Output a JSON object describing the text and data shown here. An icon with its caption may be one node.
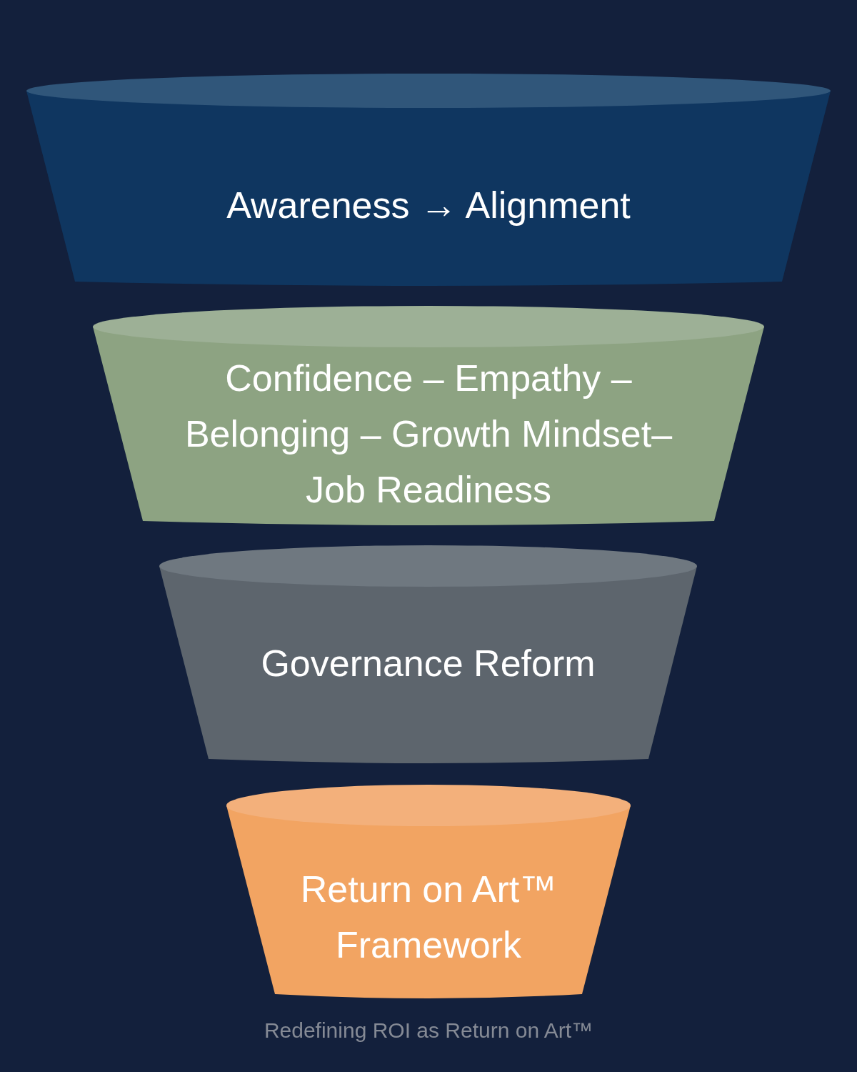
{
  "diagram": {
    "nodes": [
      {
        "text": [
          "Awareness → Alignment"
        ]
      },
      {
        "text": [
          "Confidence – Empathy – Belonging – Growth Mindset– Job Readiness"
        ]
      },
      {
        "text": [
          "Governance Reform"
        ]
      },
      {
        "text": [
          "Return on Art™ Framework"
        ]
      }
    ],
    "labels": [
      "Redefining ROI as Return on Art™"
    ]
  }
}
